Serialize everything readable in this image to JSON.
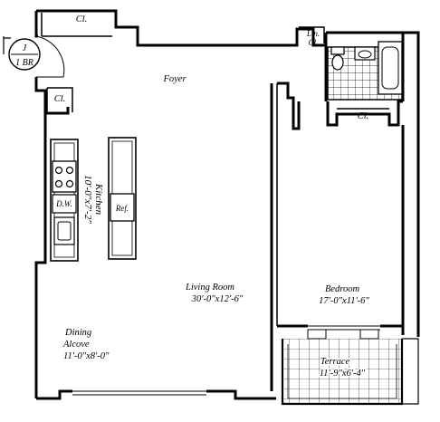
{
  "plan": {
    "unit_badge": {
      "line1": "J",
      "line2": "1 BR"
    },
    "rooms": {
      "closet_top": "Cl.",
      "closet_left": "Cl.",
      "closet_bedroom": "Cl.",
      "linen_closet_line1": "Lin.",
      "linen_closet_line2": "Cl.",
      "foyer": "Foyer",
      "kitchen_name": "Kitchen",
      "kitchen_dims": "10'-0\"x7'-2\"",
      "dishwasher": "D.W.",
      "refrigerator": "Ref.",
      "living_room_name": "Living Room",
      "living_room_dims": "30'-0\"x12'-6\"",
      "bedroom_name": "Bedroom",
      "bedroom_dims": "17'-0\"x11'-6\"",
      "dining_name_line1": "Dining",
      "dining_name_line2": "Alcove",
      "dining_dims": "11'-0\"x8'-0\"",
      "terrace_name": "Terrace",
      "terrace_dims": "11'-9\"x6'-4\""
    }
  }
}
